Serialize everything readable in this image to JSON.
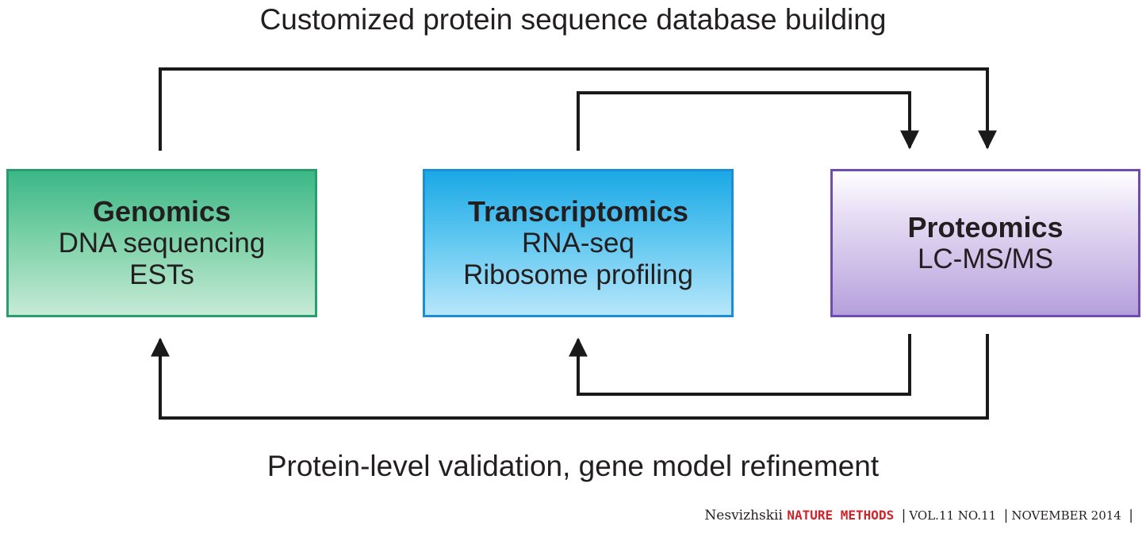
{
  "diagram": {
    "top_caption": "Customized protein sequence database building",
    "bottom_caption": "Protein-level validation, gene model refinement",
    "boxes": {
      "genomics": {
        "heading": "Genomics",
        "lines": [
          "DNA sequencing",
          "ESTs"
        ],
        "color": "#2a9d6f"
      },
      "transcriptomics": {
        "heading": "Transcriptomics",
        "lines": [
          "RNA-seq",
          "Ribosome profiling"
        ],
        "color": "#1a8fd6"
      },
      "proteomics": {
        "heading": "Proteomics",
        "lines": [
          "LC-MS/MS"
        ],
        "color": "#6e4cb0"
      }
    },
    "edges": [
      {
        "from": "genomics",
        "to": "proteomics",
        "group": "top"
      },
      {
        "from": "transcriptomics",
        "to": "proteomics",
        "group": "top"
      },
      {
        "from": "proteomics",
        "to": "transcriptomics",
        "group": "bottom"
      },
      {
        "from": "proteomics",
        "to": "genomics",
        "group": "bottom"
      }
    ]
  },
  "footer": {
    "author": "Nesvizhskii",
    "journal": "NATURE METHODS",
    "volume": "VOL.11 NO.11",
    "date": "NOVEMBER 2014",
    "separator": "|",
    "journal_color": "#d1232a"
  }
}
